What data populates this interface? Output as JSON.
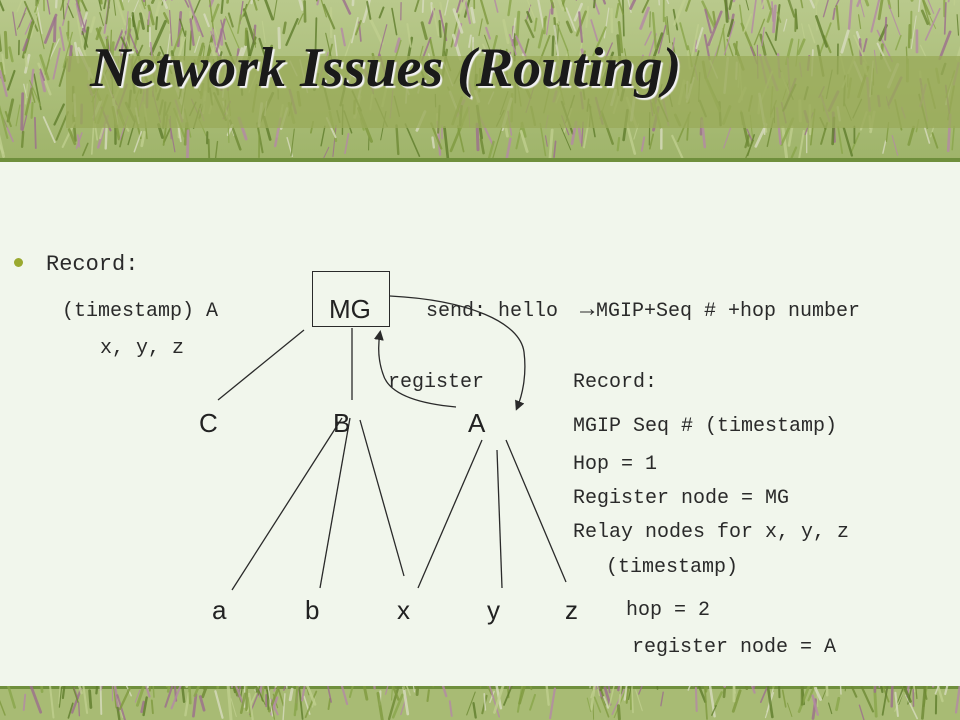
{
  "slide": {
    "title": "Network Issues (Routing)"
  },
  "body": {
    "bullet_label": "Record:",
    "line_mg_left": "(timestamp) A",
    "line_mg_right": "send: hello",
    "arrow_glyph": "→",
    "line_mg_after_arrow": " MGIP+Seq # +hop number",
    "line_xyz": "x, y, z"
  },
  "diagram": {
    "root": "MG",
    "register_label": "register",
    "level1": [
      "C",
      "B",
      "A"
    ],
    "level2": [
      "a",
      "b",
      "x",
      "y",
      "z"
    ]
  },
  "record": {
    "heading": "Record:",
    "lines": [
      "MGIP Seq # (timestamp)",
      "Hop = 1",
      "Register node = MG",
      "Relay nodes for x, y, z",
      "(timestamp)",
      "hop = 2",
      "register node = A"
    ]
  },
  "colors": {
    "line": "#2a2a2a",
    "bullet": "#9aa92f",
    "title_band": "#9aaa5a",
    "content_bg": "#f1f6ec"
  }
}
